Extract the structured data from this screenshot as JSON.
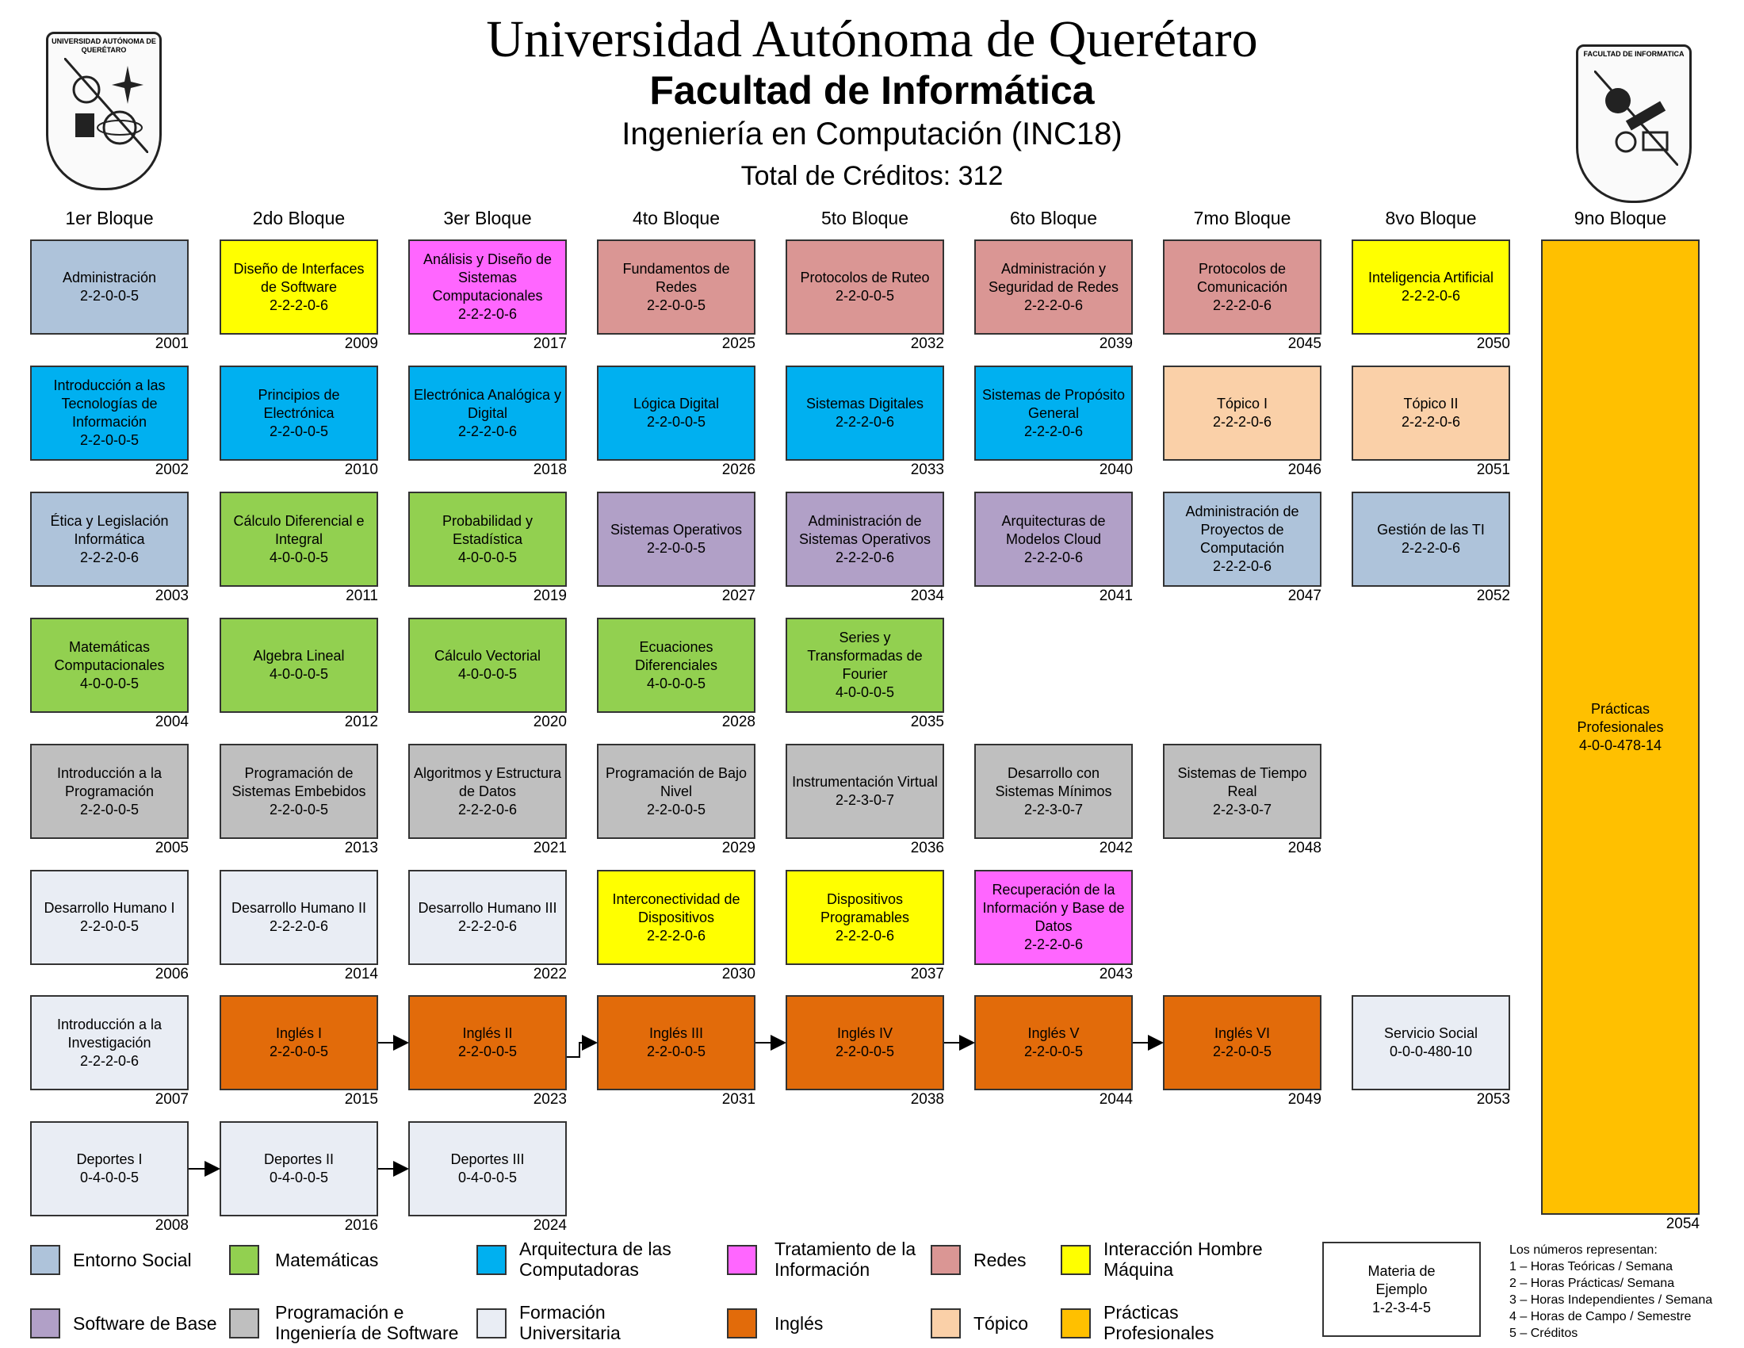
{
  "header": {
    "university": "Universidad Autónoma de Querétaro",
    "faculty": "Facultad de Informática",
    "program": "Ingeniería en Computación (INC18)",
    "credits": "Total de Créditos: 312"
  },
  "logos": {
    "left": {
      "name": "uaq-seal",
      "ring_text": "UNIVERSIDAD AUTÓNOMA DE QUERÉTARO"
    },
    "right": {
      "name": "fif-seal",
      "ring_text": "FACULTAD DE INFORMATICA"
    }
  },
  "colors": {
    "entorno": "#aec3da",
    "mate": "#92d050",
    "arq": "#00b0f0",
    "trat": "#ff66ff",
    "redes": "#da9694",
    "ihm": "#ffff00",
    "sb": "#b1a0c7",
    "prog": "#bfbfbf",
    "fu": "#e9edf4",
    "ingles": "#e26b0a",
    "topico": "#fad0a8",
    "pp": "#ffc000"
  },
  "blocks": [
    "1er Bloque",
    "2do Bloque",
    "3er Bloque",
    "4to Bloque",
    "5to Bloque",
    "6to Bloque",
    "7mo Bloque",
    "8vo Bloque",
    "9no Bloque"
  ],
  "courses": [
    {
      "c": 0,
      "r": 0,
      "name": "Administración",
      "hours": "2-2-0-0-5",
      "code": "2001",
      "cat": "entorno"
    },
    {
      "c": 1,
      "r": 0,
      "name": "Diseño de Interfaces de Software",
      "hours": "2-2-2-0-6",
      "code": "2009",
      "cat": "ihm"
    },
    {
      "c": 2,
      "r": 0,
      "name": "Análisis y Diseño de Sistemas Computacionales",
      "hours": "2-2-2-0-6",
      "code": "2017",
      "cat": "trat"
    },
    {
      "c": 3,
      "r": 0,
      "name": "Fundamentos de Redes",
      "hours": "2-2-0-0-5",
      "code": "2025",
      "cat": "redes"
    },
    {
      "c": 4,
      "r": 0,
      "name": "Protocolos de Ruteo",
      "hours": "2-2-0-0-5",
      "code": "2032",
      "cat": "redes"
    },
    {
      "c": 5,
      "r": 0,
      "name": "Administración y Seguridad de Redes",
      "hours": "2-2-2-0-6",
      "code": "2039",
      "cat": "redes"
    },
    {
      "c": 6,
      "r": 0,
      "name": "Protocolos de Comunicación",
      "hours": "2-2-2-0-6",
      "code": "2045",
      "cat": "redes"
    },
    {
      "c": 7,
      "r": 0,
      "name": "Inteligencia Artificial",
      "hours": "2-2-2-0-6",
      "code": "2050",
      "cat": "ihm"
    },
    {
      "c": 0,
      "r": 1,
      "name": "Introducción a las Tecnologías de Información",
      "hours": "2-2-0-0-5",
      "code": "2002",
      "cat": "arq"
    },
    {
      "c": 1,
      "r": 1,
      "name": "Principios de Electrónica",
      "hours": "2-2-0-0-5",
      "code": "2010",
      "cat": "arq"
    },
    {
      "c": 2,
      "r": 1,
      "name": "Electrónica Analógica y Digital",
      "hours": "2-2-2-0-6",
      "code": "2018",
      "cat": "arq"
    },
    {
      "c": 3,
      "r": 1,
      "name": "Lógica Digital",
      "hours": "2-2-0-0-5",
      "code": "2026",
      "cat": "arq"
    },
    {
      "c": 4,
      "r": 1,
      "name": "Sistemas Digitales",
      "hours": "2-2-2-0-6",
      "code": "2033",
      "cat": "arq"
    },
    {
      "c": 5,
      "r": 1,
      "name": "Sistemas de Propósito General",
      "hours": "2-2-2-0-6",
      "code": "2040",
      "cat": "arq"
    },
    {
      "c": 6,
      "r": 1,
      "name": "Tópico I",
      "hours": "2-2-2-0-6",
      "code": "2046",
      "cat": "topico"
    },
    {
      "c": 7,
      "r": 1,
      "name": "Tópico II",
      "hours": "2-2-2-0-6",
      "code": "2051",
      "cat": "topico"
    },
    {
      "c": 0,
      "r": 2,
      "name": "Ética y Legislación Informática",
      "hours": "2-2-2-0-6",
      "code": "2003",
      "cat": "entorno"
    },
    {
      "c": 1,
      "r": 2,
      "name": "Cálculo Diferencial e Integral",
      "hours": "4-0-0-0-5",
      "code": "2011",
      "cat": "mate"
    },
    {
      "c": 2,
      "r": 2,
      "name": "Probabilidad y Estadística",
      "hours": "4-0-0-0-5",
      "code": "2019",
      "cat": "mate"
    },
    {
      "c": 3,
      "r": 2,
      "name": "Sistemas Operativos",
      "hours": "2-2-0-0-5",
      "code": "2027",
      "cat": "sb"
    },
    {
      "c": 4,
      "r": 2,
      "name": "Administración de Sistemas Operativos",
      "hours": "2-2-2-0-6",
      "code": "2034",
      "cat": "sb"
    },
    {
      "c": 5,
      "r": 2,
      "name": "Arquitecturas de Modelos Cloud",
      "hours": "2-2-2-0-6",
      "code": "2041",
      "cat": "sb"
    },
    {
      "c": 6,
      "r": 2,
      "name": "Administración de Proyectos de Computación",
      "hours": "2-2-2-0-6",
      "code": "2047",
      "cat": "entorno"
    },
    {
      "c": 7,
      "r": 2,
      "name": "Gestión de las TI",
      "hours": "2-2-2-0-6",
      "code": "2052",
      "cat": "entorno"
    },
    {
      "c": 0,
      "r": 3,
      "name": "Matemáticas Computacionales",
      "hours": "4-0-0-0-5",
      "code": "2004",
      "cat": "mate"
    },
    {
      "c": 1,
      "r": 3,
      "name": "Algebra Lineal",
      "hours": "4-0-0-0-5",
      "code": "2012",
      "cat": "mate"
    },
    {
      "c": 2,
      "r": 3,
      "name": "Cálculo Vectorial",
      "hours": "4-0-0-0-5",
      "code": "2020",
      "cat": "mate"
    },
    {
      "c": 3,
      "r": 3,
      "name": "Ecuaciones Diferenciales",
      "hours": "4-0-0-0-5",
      "code": "2028",
      "cat": "mate"
    },
    {
      "c": 4,
      "r": 3,
      "name": "Series y Transformadas de Fourier",
      "hours": "4-0-0-0-5",
      "code": "2035",
      "cat": "mate"
    },
    {
      "c": 0,
      "r": 4,
      "name": "Introducción a la Programación",
      "hours": "2-2-0-0-5",
      "code": "2005",
      "cat": "prog"
    },
    {
      "c": 1,
      "r": 4,
      "name": "Programación de Sistemas Embebidos",
      "hours": "2-2-0-0-5",
      "code": "2013",
      "cat": "prog"
    },
    {
      "c": 2,
      "r": 4,
      "name": "Algoritmos y Estructura de Datos",
      "hours": "2-2-2-0-6",
      "code": "2021",
      "cat": "prog"
    },
    {
      "c": 3,
      "r": 4,
      "name": "Programación de Bajo Nivel",
      "hours": "2-2-0-0-5",
      "code": "2029",
      "cat": "prog"
    },
    {
      "c": 4,
      "r": 4,
      "name": "Instrumentación Virtual",
      "hours": "2-2-3-0-7",
      "code": "2036",
      "cat": "prog"
    },
    {
      "c": 5,
      "r": 4,
      "name": "Desarrollo con Sistemas Mínimos",
      "hours": "2-2-3-0-7",
      "code": "2042",
      "cat": "prog"
    },
    {
      "c": 6,
      "r": 4,
      "name": "Sistemas de Tiempo Real",
      "hours": "2-2-3-0-7",
      "code": "2048",
      "cat": "prog"
    },
    {
      "c": 0,
      "r": 5,
      "name": "Desarrollo Humano I",
      "hours": "2-2-0-0-5",
      "code": "2006",
      "cat": "fu"
    },
    {
      "c": 1,
      "r": 5,
      "name": "Desarrollo Humano II",
      "hours": "2-2-2-0-6",
      "code": "2014",
      "cat": "fu"
    },
    {
      "c": 2,
      "r": 5,
      "name": "Desarrollo Humano III",
      "hours": "2-2-2-0-6",
      "code": "2022",
      "cat": "fu"
    },
    {
      "c": 3,
      "r": 5,
      "name": "Interconectividad de Dispositivos",
      "hours": "2-2-2-0-6",
      "code": "2030",
      "cat": "ihm"
    },
    {
      "c": 4,
      "r": 5,
      "name": "Dispositivos Programables",
      "hours": "2-2-2-0-6",
      "code": "2037",
      "cat": "ihm"
    },
    {
      "c": 5,
      "r": 5,
      "name": "Recuperación de la Información y Base de Datos",
      "hours": "2-2-2-0-6",
      "code": "2043",
      "cat": "trat"
    },
    {
      "c": 0,
      "r": 6,
      "name": "Introducción a la Investigación",
      "hours": "2-2-2-0-6",
      "code": "2007",
      "cat": "fu"
    },
    {
      "c": 1,
      "r": 6,
      "name": "Inglés I",
      "hours": "2-2-0-0-5",
      "code": "2015",
      "cat": "ingles"
    },
    {
      "c": 2,
      "r": 6,
      "name": "Inglés II",
      "hours": "2-2-0-0-5",
      "code": "2023",
      "cat": "ingles"
    },
    {
      "c": 3,
      "r": 6,
      "name": "Inglés III",
      "hours": "2-2-0-0-5",
      "code": "2031",
      "cat": "ingles"
    },
    {
      "c": 4,
      "r": 6,
      "name": "Inglés IV",
      "hours": "2-2-0-0-5",
      "code": "2038",
      "cat": "ingles"
    },
    {
      "c": 5,
      "r": 6,
      "name": "Inglés V",
      "hours": "2-2-0-0-5",
      "code": "2044",
      "cat": "ingles"
    },
    {
      "c": 6,
      "r": 6,
      "name": "Inglés VI",
      "hours": "2-2-0-0-5",
      "code": "2049",
      "cat": "ingles"
    },
    {
      "c": 7,
      "r": 6,
      "name": "Servicio Social",
      "hours": "0-0-0-480-10",
      "code": "2053",
      "cat": "fu"
    },
    {
      "c": 0,
      "r": 7,
      "name": "Deportes I",
      "hours": "0-4-0-0-5",
      "code": "2008",
      "cat": "fu"
    },
    {
      "c": 1,
      "r": 7,
      "name": "Deportes II",
      "hours": "0-4-0-0-5",
      "code": "2016",
      "cat": "fu"
    },
    {
      "c": 2,
      "r": 7,
      "name": "Deportes III",
      "hours": "0-4-0-0-5",
      "code": "2024",
      "cat": "fu"
    }
  ],
  "practicas": {
    "name": "Prácticas Profesionales",
    "hours": "4-0-0-478-14",
    "code": "2054",
    "cat": "pp"
  },
  "legend": [
    {
      "label": "Entorno Social",
      "cat": "entorno"
    },
    {
      "label": "Matemáticas",
      "cat": "mate"
    },
    {
      "label": "Arquitectura de las Computadoras",
      "cat": "arq"
    },
    {
      "label": "Tratamiento de la Información",
      "cat": "trat"
    },
    {
      "label": "Redes",
      "cat": "redes"
    },
    {
      "label": "Interacción Hombre Máquina",
      "cat": "ihm"
    },
    {
      "label": "Software de Base",
      "cat": "sb"
    },
    {
      "label": "Programación e Ingeniería de Software",
      "cat": "prog"
    },
    {
      "label": "Formación Universitaria",
      "cat": "fu"
    },
    {
      "label": "Inglés",
      "cat": "ingles"
    },
    {
      "label": "Tópico",
      "cat": "topico"
    },
    {
      "label": "Prácticas Profesionales",
      "cat": "pp"
    }
  ],
  "sample": {
    "line1": "Materia de Ejemplo",
    "line2": "1-2-3-4-5"
  },
  "explanation": [
    "Los números representan:",
    "1 – Horas Teóricas / Semana",
    "2 – Horas Prácticas/ Semana",
    "3 – Horas Independientes / Semana",
    "4 – Horas de Campo / Semestre",
    "5 – Créditos"
  ]
}
